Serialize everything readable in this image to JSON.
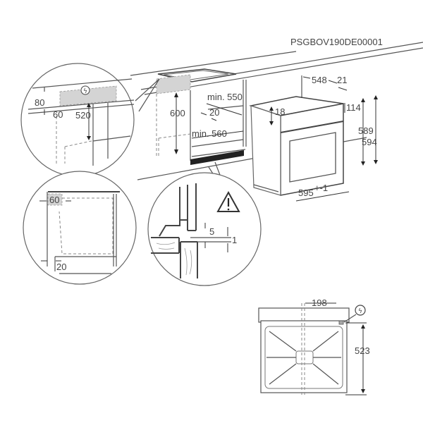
{
  "diagram": {
    "model_code": "PSGBOV190DE00001",
    "main_view": {
      "niche_height": "600",
      "niche_depth_min": "min. 550",
      "niche_width_min": "min. 560",
      "back_gap": "20"
    },
    "oven": {
      "depth": "548",
      "front_thickness": "21",
      "top_offset": "18",
      "panel_height": "114",
      "body_height": "589",
      "total_height": "594",
      "width": "595",
      "width_tolerance": "+-1"
    },
    "detail_top_left": {
      "clearance_height": "80",
      "clearance_depth": "60",
      "cable_height": "520",
      "icon": "electrical-connection-icon"
    },
    "detail_bottom_left": {
      "side_clearance": "60",
      "bottom_gap": "20"
    },
    "detail_bottom_center": {
      "warning_icon": "warning-triangle-icon",
      "gap_upper": "5",
      "gap_lower": "1"
    },
    "rear_view": {
      "cable_offset": "198",
      "cable_height": "523",
      "icon": "electrical-connection-icon"
    }
  }
}
